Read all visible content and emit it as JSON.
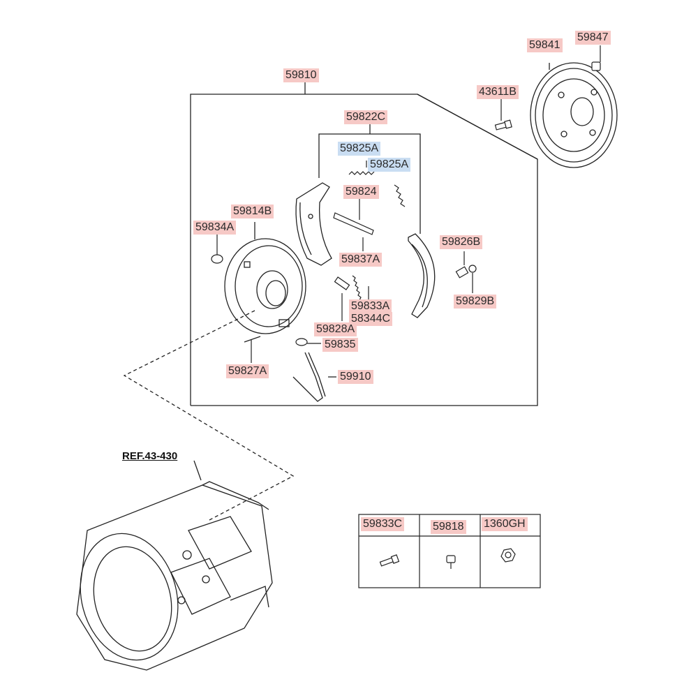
{
  "colors": {
    "callout_part": "#f6c9c6",
    "callout_sub": "#c9ddf2",
    "line": "#222222"
  },
  "reference": {
    "label": "REF.43-430"
  },
  "callouts": {
    "p59810": "59810",
    "p59841": "59841",
    "p59847": "59847",
    "p43611B": "43611B",
    "p59822C": "59822C",
    "p59825A_1": "59825A",
    "p59825A_2": "59825A",
    "p59824": "59824",
    "p59814B": "59814B",
    "p59834A": "59834A",
    "p59826B": "59826B",
    "p59837A": "59837A",
    "p59829B": "59829B",
    "p59833A": "59833A",
    "p58344C": "58344C",
    "p59828A": "59828A",
    "p59835": "59835",
    "p59827A": "59827A",
    "p59910": "59910"
  },
  "parts_table": {
    "columns": [
      "59833C",
      "59818",
      "1360GH"
    ],
    "icons": [
      "bolt-icon",
      "screw-icon",
      "nut-icon"
    ]
  }
}
